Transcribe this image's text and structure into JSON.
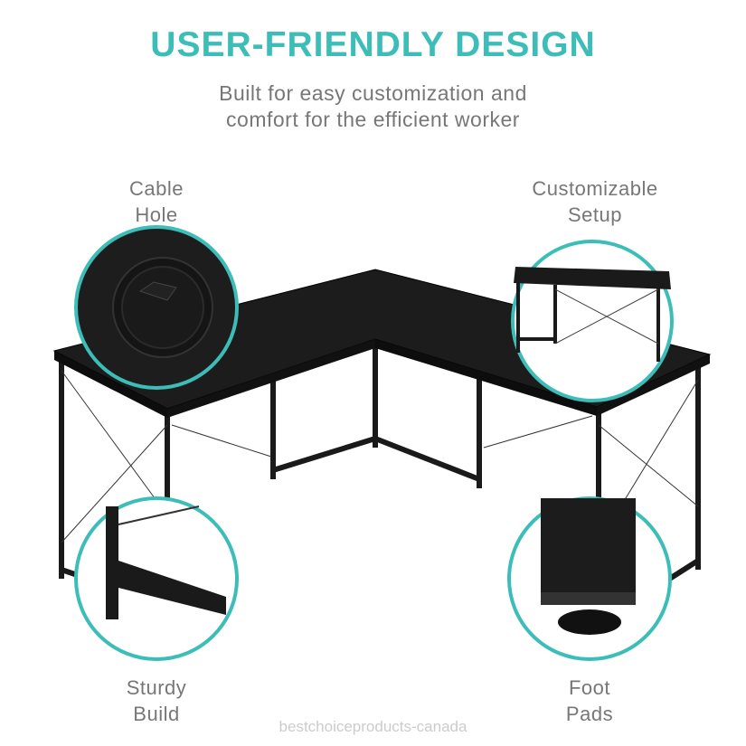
{
  "header": {
    "title": "USER-FRIENDLY DESIGN",
    "subtitle_line1": "Built for easy customization and",
    "subtitle_line2": "comfort for the efficient worker"
  },
  "features": [
    {
      "line1": "Cable",
      "line2": "Hole",
      "icon": "cable-hole-closeup"
    },
    {
      "line1": "Customizable",
      "line2": "Setup",
      "icon": "desk-setup-closeup"
    },
    {
      "line1": "Sturdy",
      "line2": "Build",
      "icon": "frame-closeup"
    },
    {
      "line1": "Foot",
      "line2": "Pads",
      "icon": "foot-pad-closeup"
    }
  ],
  "watermark": "bestchoiceproducts-canada",
  "colors": {
    "accent": "#3dbdb8",
    "text": "#777777",
    "desk": "#1c1c1c"
  }
}
